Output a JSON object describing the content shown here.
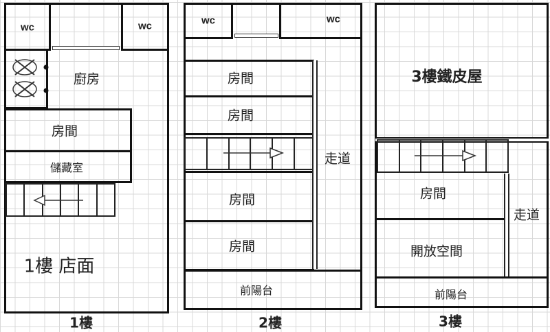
{
  "floor1": {
    "label": "1樓",
    "wc_left": "wc",
    "wc_right": "wc",
    "kitchen": "廚房",
    "room": "房間",
    "storage": "儲藏室",
    "shop": "1樓 店面"
  },
  "floor2": {
    "label": "2樓",
    "wc_left": "wc",
    "wc_right": "wc",
    "room1": "房間",
    "room2": "房間",
    "corridor": "走道",
    "room3": "房間",
    "room4": "房間",
    "balcony": "前陽台"
  },
  "floor3": {
    "label": "3樓",
    "iron_house": "3樓鐵皮屋",
    "room": "房間",
    "open_space": "開放空間",
    "corridor": "走道",
    "balcony": "前陽台"
  }
}
